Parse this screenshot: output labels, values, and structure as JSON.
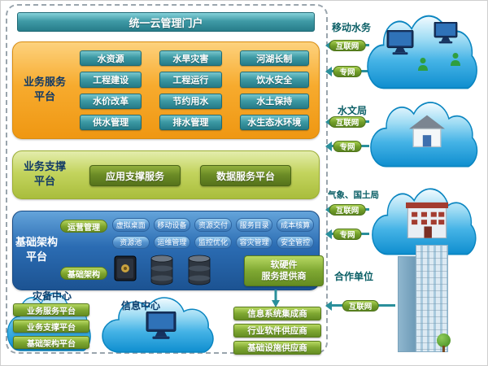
{
  "portal": {
    "title": "统一云管理门户"
  },
  "business_service": {
    "label1": "业务服务",
    "label2": "平台",
    "buttons": [
      "水资源",
      "水旱灾害",
      "河湖长制",
      "工程建设",
      "工程运行",
      "饮水安全",
      "水价改革",
      "节约用水",
      "水土保持",
      "供水管理",
      "排水管理",
      "水生态水环境"
    ]
  },
  "business_support": {
    "label1": "业务支撑",
    "label2": "平台",
    "buttons": [
      "应用支撑服务",
      "数据服务平台"
    ]
  },
  "infrastructure": {
    "label1": "基础架构",
    "label2": "平台",
    "tabs": [
      "运营管理",
      "基础架构"
    ],
    "items": [
      "虚拟桌面",
      "移动设备",
      "资源交付",
      "服务目录",
      "成本核算",
      "资源池",
      "运维管理",
      "监控优化",
      "容灾管理",
      "安全管控"
    ],
    "provider_line1": "软硬件",
    "provider_line2": "服务提供商"
  },
  "disaster_center": {
    "title": "灾备中心",
    "items": [
      "业务服务平台",
      "业务支撑平台",
      "基础架构平台"
    ]
  },
  "info_center": {
    "title": "信息中心"
  },
  "suppliers": [
    "信息系统集成商",
    "行业软件供应商",
    "基础设施供应商"
  ],
  "external": [
    {
      "name": "移动水务",
      "icon": "computers-icon",
      "links": [
        "互联网",
        "专网"
      ]
    },
    {
      "name": "水文局",
      "icon": "house-icon",
      "links": [
        "互联网",
        "专网"
      ]
    },
    {
      "name": "气象、国土局",
      "icon": "building-icon",
      "links": [
        "互联网",
        "专网"
      ]
    },
    {
      "name": "合作单位",
      "icon": "office-tower-icon",
      "links": [
        "互联网"
      ]
    }
  ],
  "colors": {
    "teal_accent": "#2a8f9b",
    "orange_section": "#f7ab2e",
    "green_section": "#c3d45e",
    "blue_section": "#2b6cb3",
    "cloud_blue": "#45b3e6",
    "grass_button": "#7fa832"
  }
}
